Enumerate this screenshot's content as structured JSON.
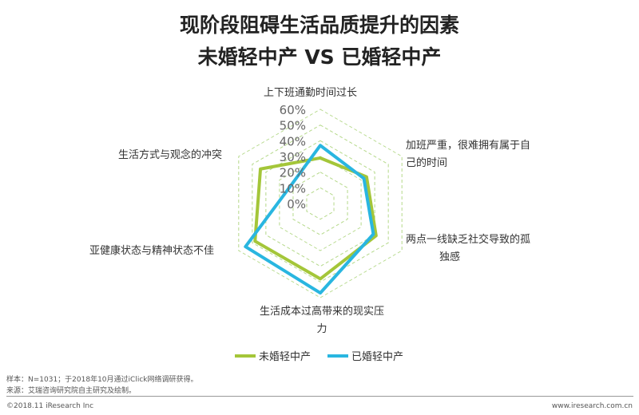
{
  "title_line1": "现阶段阻碍生活品质提升的因素",
  "title_line2": "未婚轻中产 VS 已婚轻中产",
  "chart_data": {
    "type": "radar",
    "categories": [
      "上下班通勤时间过长",
      "加班严重，很难拥有属于自己的时间",
      "两点一线缺乏社交导致的孤独感",
      "生活成本过高带来的现实压力",
      "亚健康状态与精神状态不佳",
      "生活方式与观念的冲突"
    ],
    "category_lines": [
      [
        "上下班通勤时间过长"
      ],
      [
        "加班严重，很难拥有属于自",
        "己的时间"
      ],
      [
        "两点一线缺乏社交导致的孤",
        "独感"
      ],
      [
        "生活成本过高带来的现实压",
        "力"
      ],
      [
        "亚健康状态与精神状态不佳"
      ],
      [
        "生活方式与观念的冲突"
      ]
    ],
    "series": [
      {
        "name": "未婚轻中产",
        "color": "#a4c639",
        "values": [
          29,
          34,
          41,
          48,
          48,
          44
        ]
      },
      {
        "name": "已婚轻中产",
        "color": "#29b6e0",
        "values": [
          37,
          32,
          39,
          57,
          55,
          22
        ]
      }
    ],
    "rlim": [
      0,
      60
    ],
    "ticks": [
      "0%",
      "10%",
      "20%",
      "30%",
      "40%",
      "50%",
      "60%"
    ],
    "grid_color": "#b5d98a",
    "legend_position": "bottom"
  },
  "footer": {
    "sample": "样本：N=1031；于2018年10月通过iClick网络调研获得。",
    "source": "来源：艾瑞咨询研究院自主研究及绘制。",
    "copyright": "©2018.11 iResearch Inc",
    "website": "www.iresearch.com.cn"
  }
}
